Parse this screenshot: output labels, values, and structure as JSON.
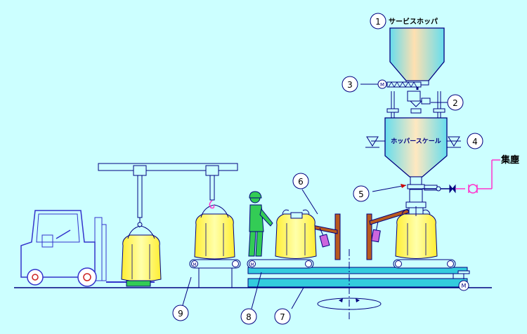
{
  "labels": {
    "service_hopper": "サービスホッパ",
    "hopper_scale": "ホッパースケール",
    "dust_collection": "集塵",
    "motor": "M"
  },
  "callouts": [
    "1",
    "2",
    "3",
    "4",
    "5",
    "6",
    "7",
    "8",
    "9"
  ],
  "colors": {
    "background": "#ccffff",
    "outline": "#000080",
    "bag_fill": "#ffff66",
    "conveyor_cyan": "#33ccdd",
    "arm_brown": "#b85a1e",
    "worker_green": "#33cc55",
    "dust_pipe": "#ff33cc",
    "forklift_blue": "#3333cc",
    "wheel_red": "#cc2222",
    "pointer_red": "#cc0000"
  }
}
